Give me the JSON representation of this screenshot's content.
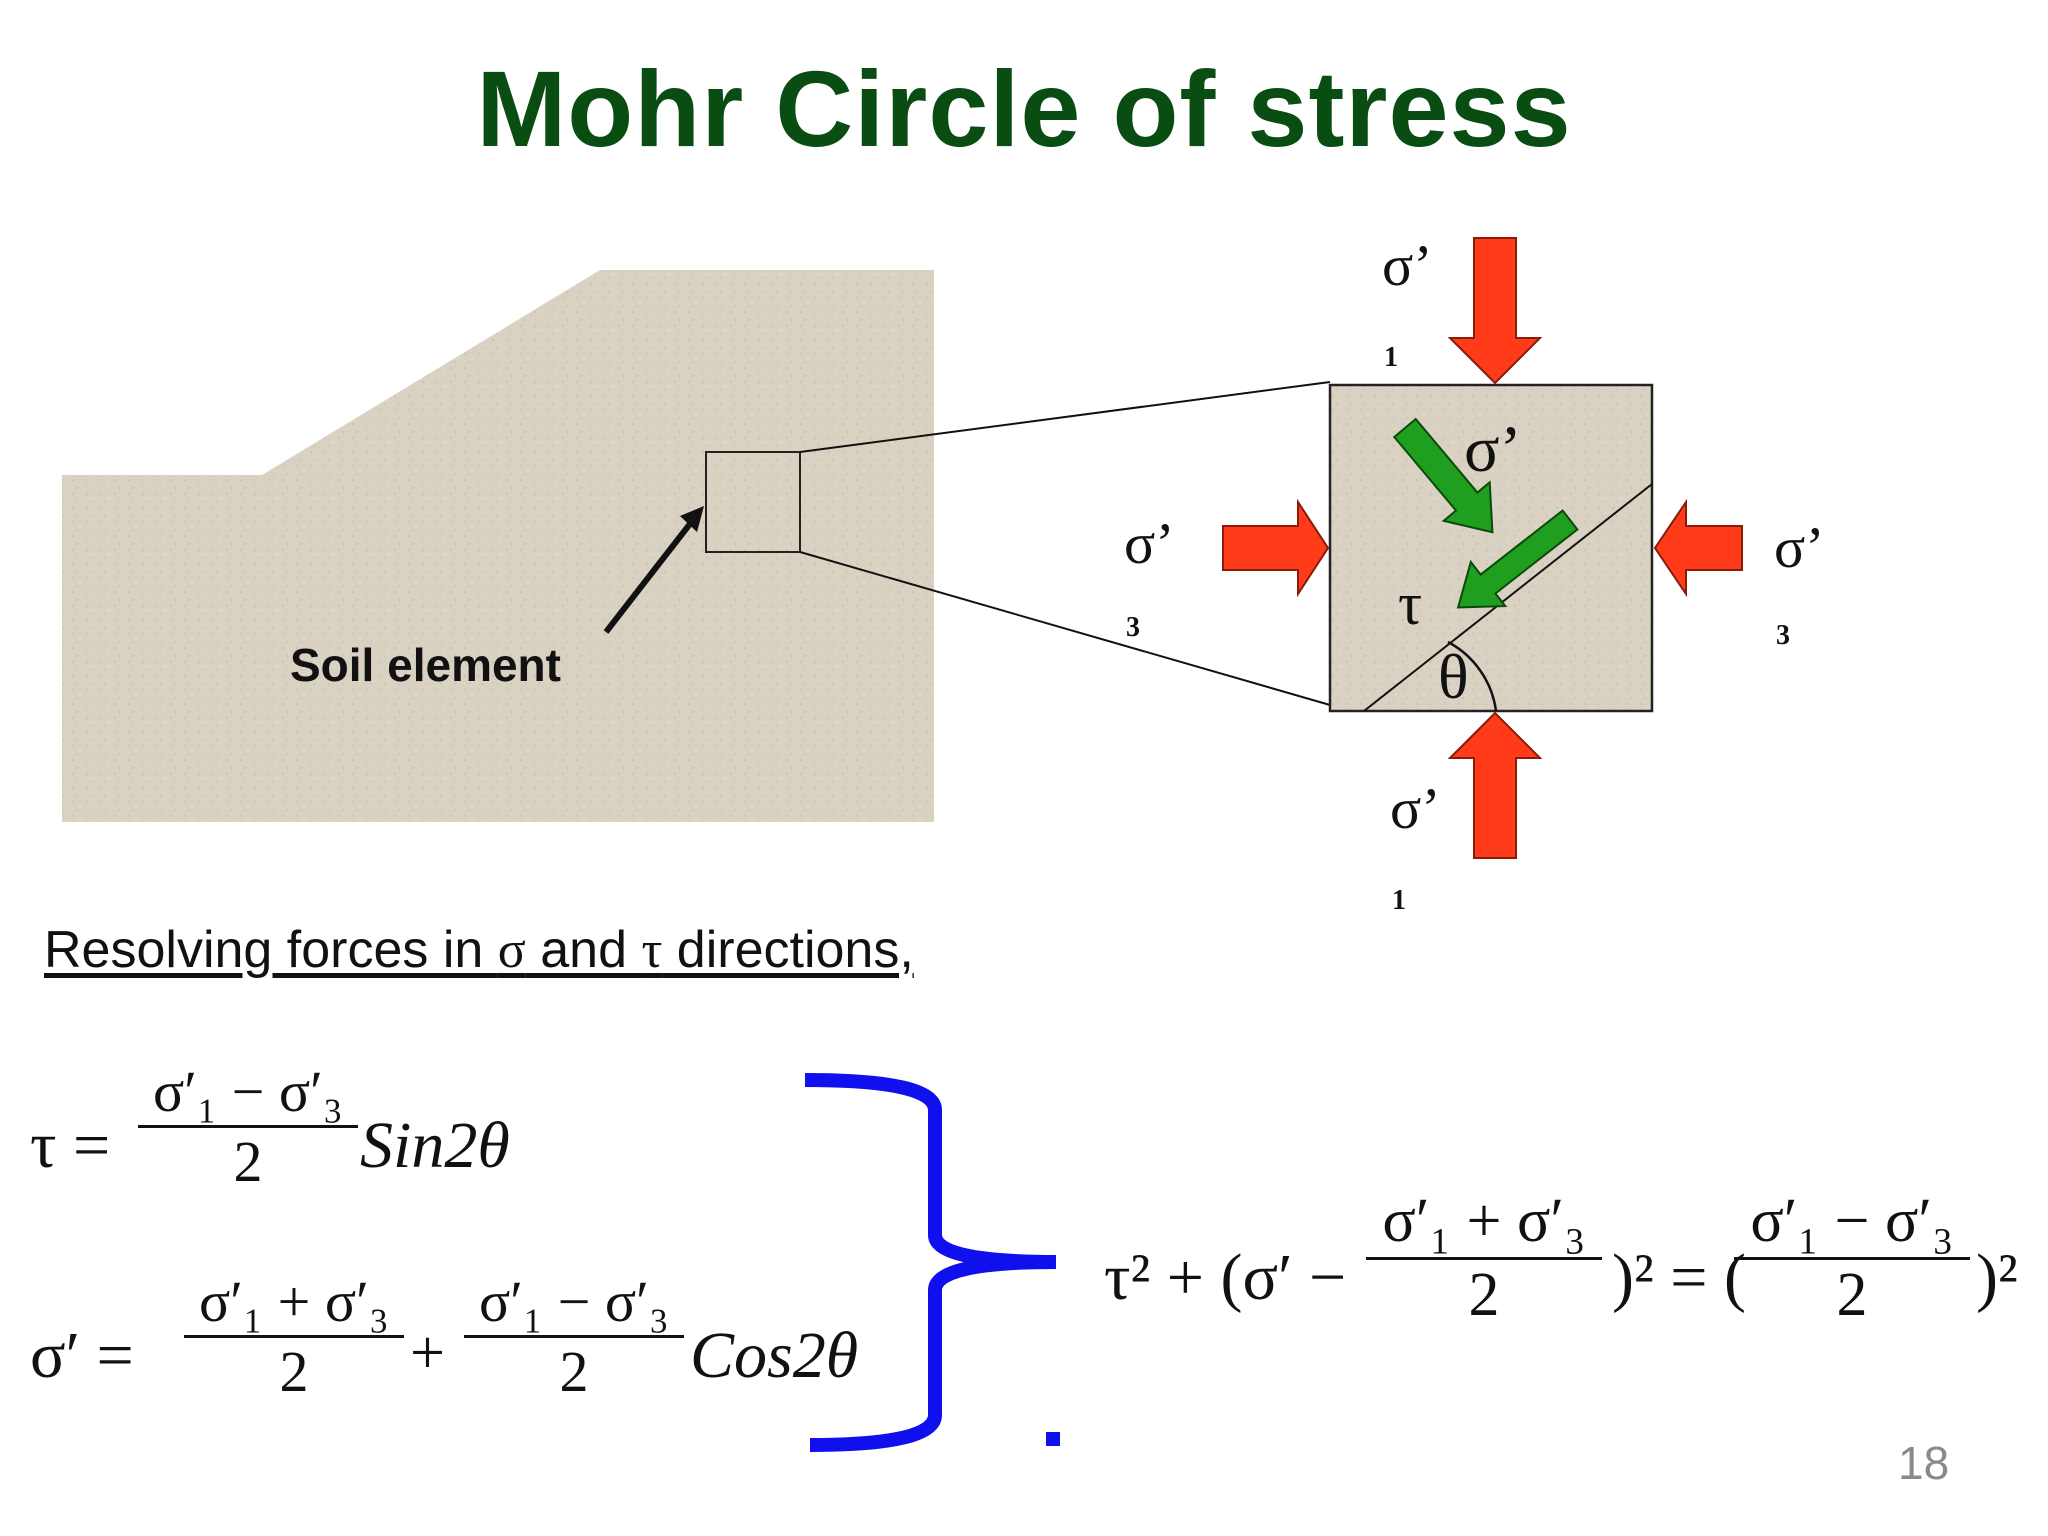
{
  "title": "Mohr Circle of stress",
  "diagram": {
    "soil_label": "Soil element",
    "sigma1_top": "σ’",
    "sigma1_top_sub": "1",
    "sigma1_bottom": "σ’",
    "sigma1_bottom_sub": "1",
    "sigma3_left": "σ’",
    "sigma3_left_sub": "3",
    "sigma3_right": "σ’",
    "sigma3_right_sub": "3",
    "normal_stress": "σ’",
    "shear_stress": "τ",
    "angle": "θ",
    "colors": {
      "soil": "#d8d0c0",
      "compression_arrow": "#ff3b1a",
      "plane_arrow": "#1f9e1f",
      "brace": "#1010ee",
      "title": "#0a4d12"
    }
  },
  "resolving_text": {
    "part1": "Resolving forces in ",
    "sym1": "σ",
    "part2": " and ",
    "sym2": "τ",
    "part3": " directions,"
  },
  "equations": {
    "eq1_lhs": "τ =",
    "eq1_num": "σ′₁ − σ′₃",
    "eq1_den": "2",
    "eq1_trig": "Sin2θ",
    "eq2_lhs": "σ′ =",
    "eq2_num_a": "σ′₁ + σ′₃",
    "eq2_den_a": "2",
    "plus": "+",
    "eq2_num_b": "σ′₁ − σ′₃",
    "eq2_den_b": "2",
    "eq2_trig": "Cos2θ",
    "result_lhs": "τ² + (σ′ −",
    "result_num_a": "σ′₁ + σ′₃",
    "result_den_a": "2",
    "result_mid": ")² = (",
    "result_num_b": "σ′₁ − σ′₃",
    "result_den_b": "2",
    "result_end": ")²"
  },
  "page_number": "18"
}
